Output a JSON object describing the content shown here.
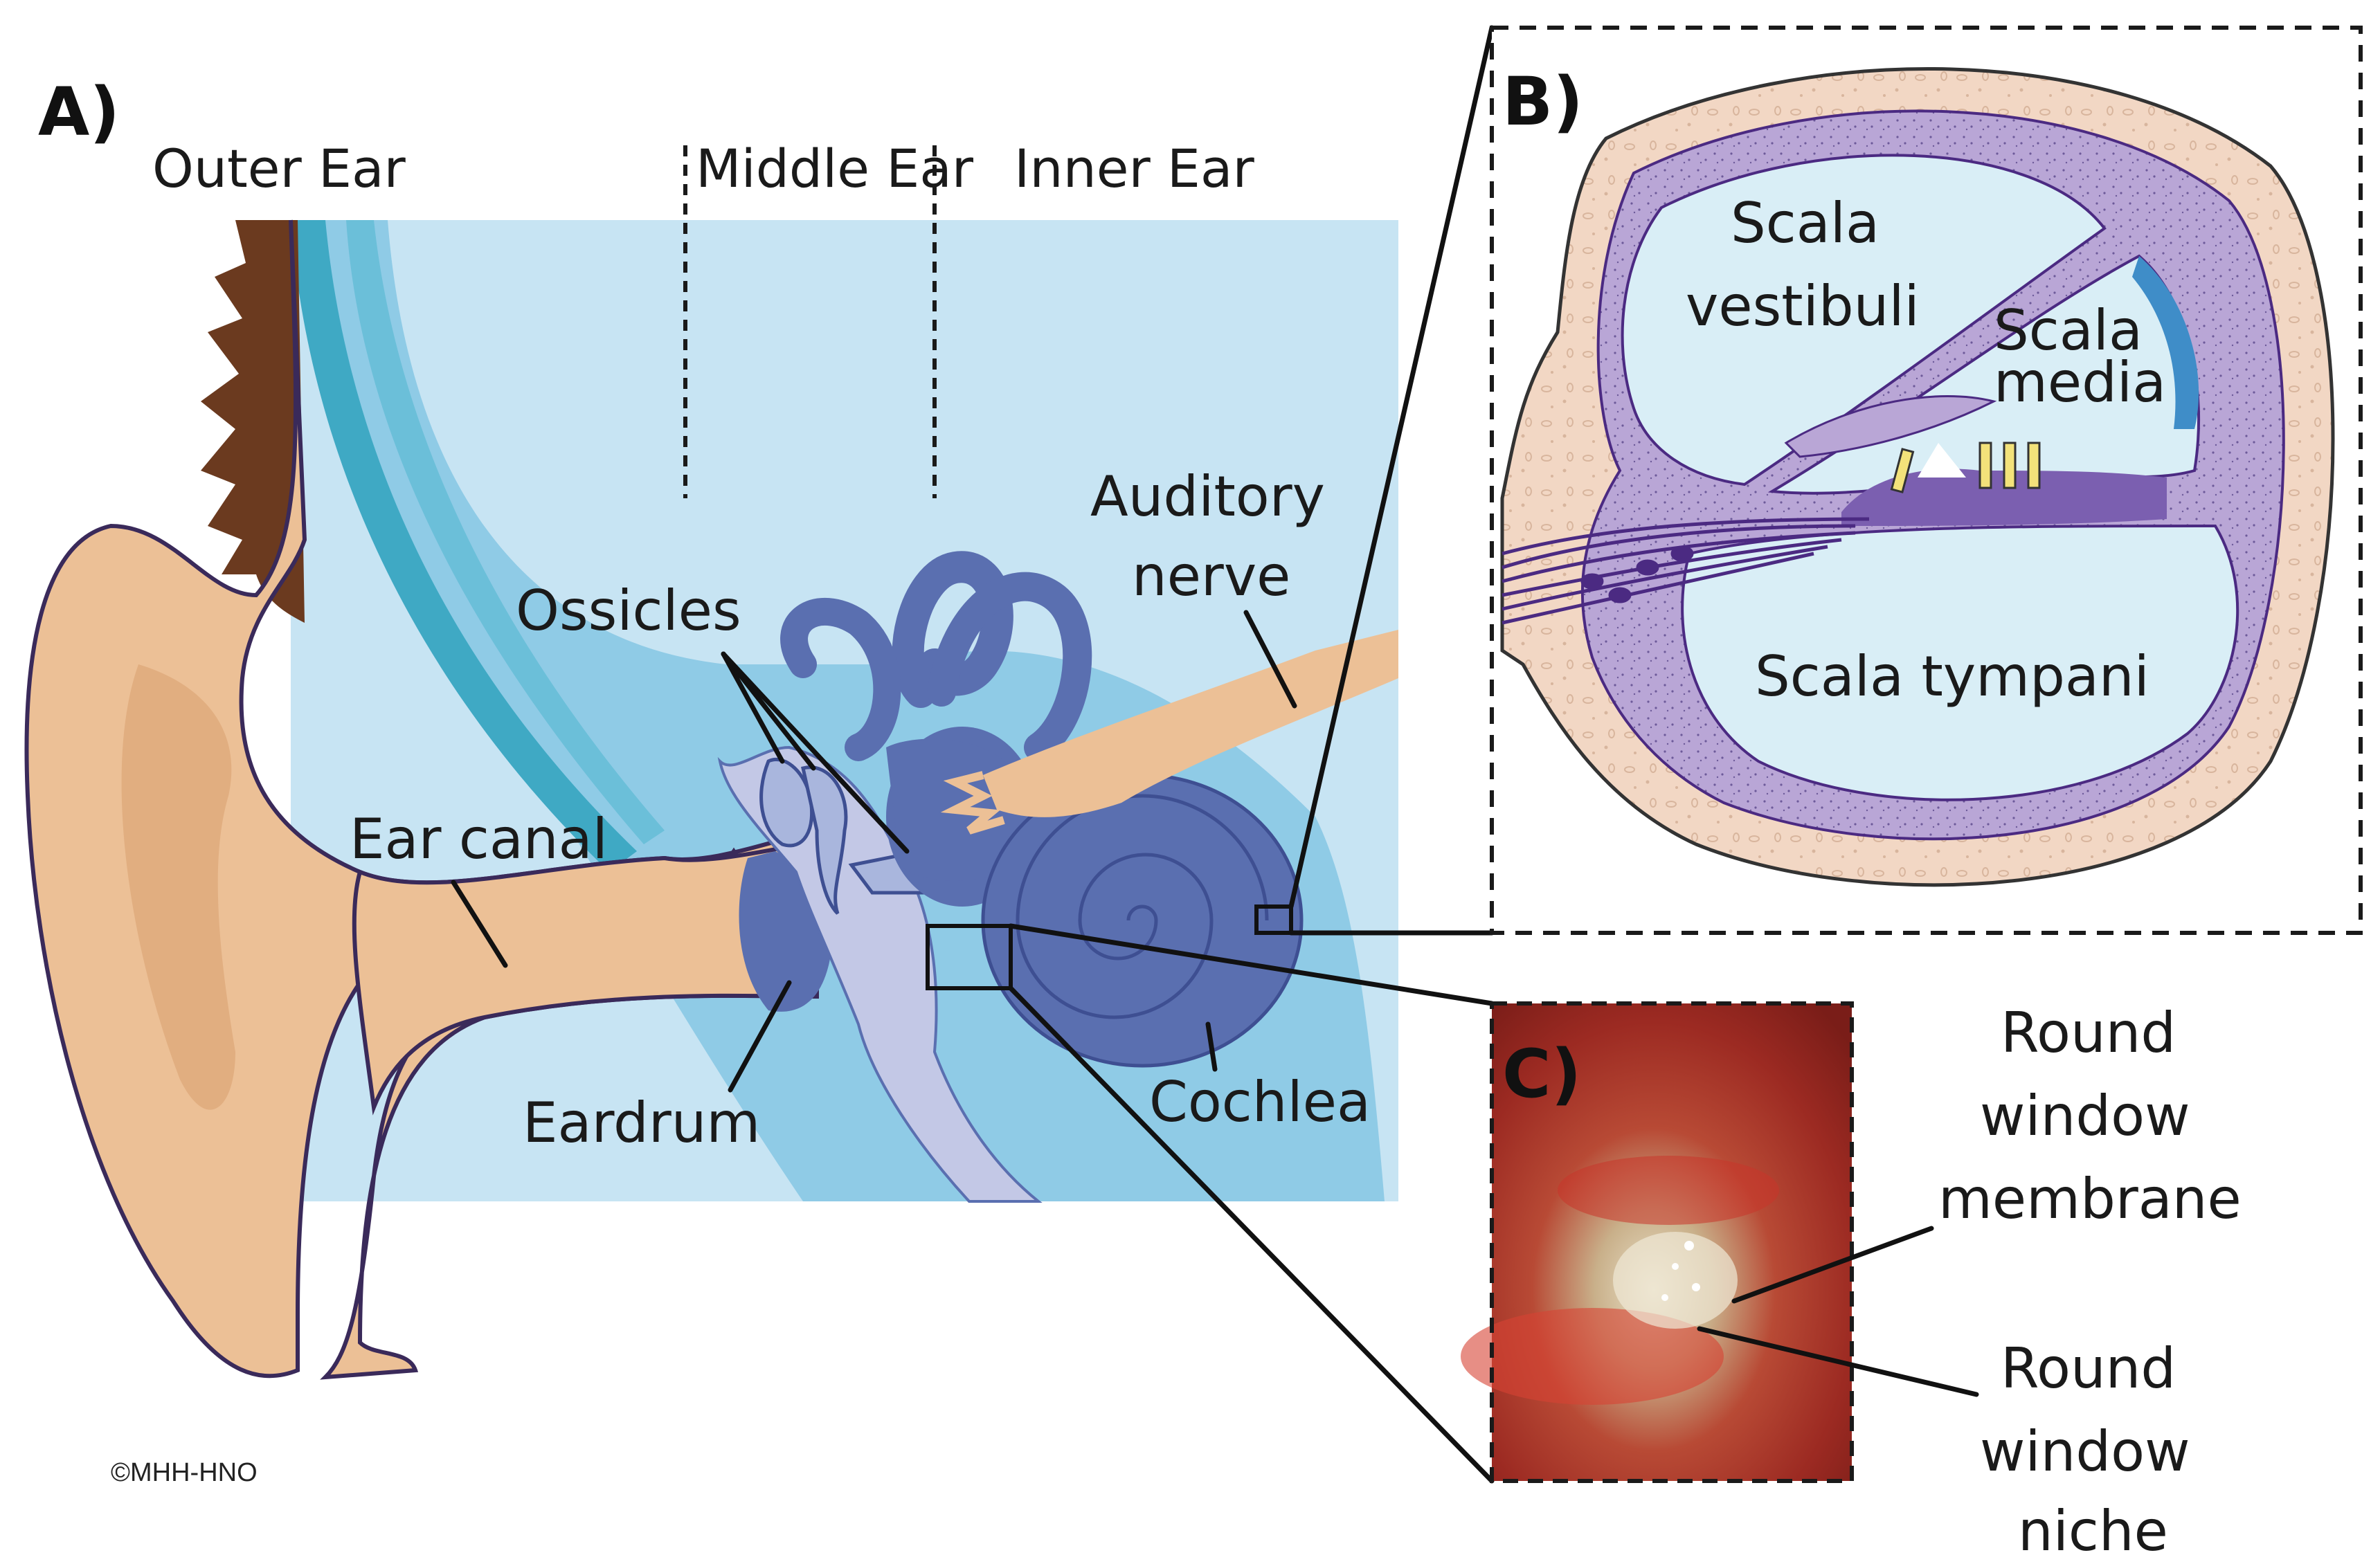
{
  "panels": {
    "a": "A)",
    "b": "B)",
    "c": "C)"
  },
  "regions": {
    "outer_ear": "Outer Ear",
    "middle_ear": "Middle Ear",
    "inner_ear": "Inner Ear"
  },
  "labels_a": {
    "ossicles": "Ossicles",
    "auditory_nerve_1": "Auditory",
    "auditory_nerve_2": "nerve",
    "ear_canal": "Ear canal",
    "eardrum": "Eardrum",
    "cochlea": "Cochlea"
  },
  "labels_b": {
    "scala_vestibuli_1": "Scala",
    "scala_vestibuli_2": "vestibuli",
    "scala_media_1": "Scala",
    "scala_media_2": "media",
    "scala_tympani": "Scala tympani"
  },
  "labels_c": {
    "rw_membrane_1": "Round",
    "rw_membrane_2": "window",
    "rw_membrane_3": "membrane",
    "rw_niche_1": "Round",
    "rw_niche_2": "window",
    "rw_niche_3": "niche"
  },
  "copyright": "©MHH-HNO",
  "colors": {
    "skin": "#ecc096",
    "skin_dark": "#d99e6f",
    "hair": "#6b3a1f",
    "fluid_light": "#c7e4f3",
    "fluid_mid": "#8fcbe6",
    "fluid_teal": "#3fa9c4",
    "labyrinth": "#5a6fb0",
    "labyrinth_dark": "#3e4f92",
    "ossicle": "#a9b6dd",
    "membrane_purple": "#b7a3d4",
    "nerve_purple": "#4b2a82",
    "bone": "#f1d5c1",
    "scala_fill": "#d9eef6",
    "photo_red": "#b6332a"
  }
}
